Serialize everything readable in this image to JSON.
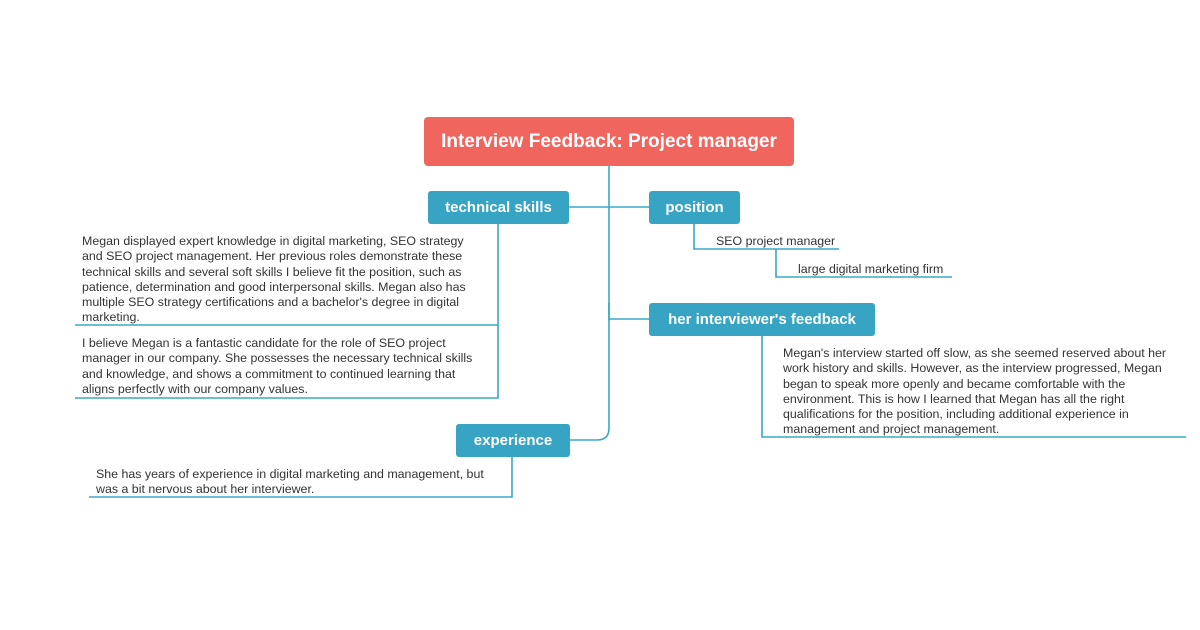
{
  "mindmap": {
    "root": {
      "label": "Interview Feedback: Project manager"
    },
    "branches": {
      "technical_skills": {
        "label": "technical skills",
        "notes": [
          "Megan displayed expert knowledge in digital marketing, SEO strategy and SEO project management. Her previous roles demonstrate these technical skills and several soft skills I believe fit the position, such as patience, determination and good interpersonal skills. Megan also has multiple SEO strategy certifications and a bachelor's degree in digital marketing.",
          "I believe Megan is a fantastic candidate for the role of SEO project manager in our company. She possesses the necessary technical skills and knowledge, and shows a commitment to continued learning that aligns perfectly with our company values."
        ]
      },
      "position": {
        "label": "position",
        "child": "SEO project manager",
        "grandchild": "large digital marketing firm"
      },
      "interviewer_feedback": {
        "label": "her interviewer's feedback",
        "note": "Megan's interview started off slow, as she seemed reserved about her work history and skills. However, as the interview progressed, Megan began to speak more openly and became comfortable with the environment. This is how I learned that Megan has all the right qualifications for the position, including additional experience in management and project management."
      },
      "experience": {
        "label": "experience",
        "note": "She has years of experience in digital marketing and management, but was a bit nervous about her interviewer."
      }
    },
    "colors": {
      "root": "#f1655f",
      "branch": "#38a4c4",
      "connector": "#3aa8c6",
      "text": "#333333"
    }
  }
}
